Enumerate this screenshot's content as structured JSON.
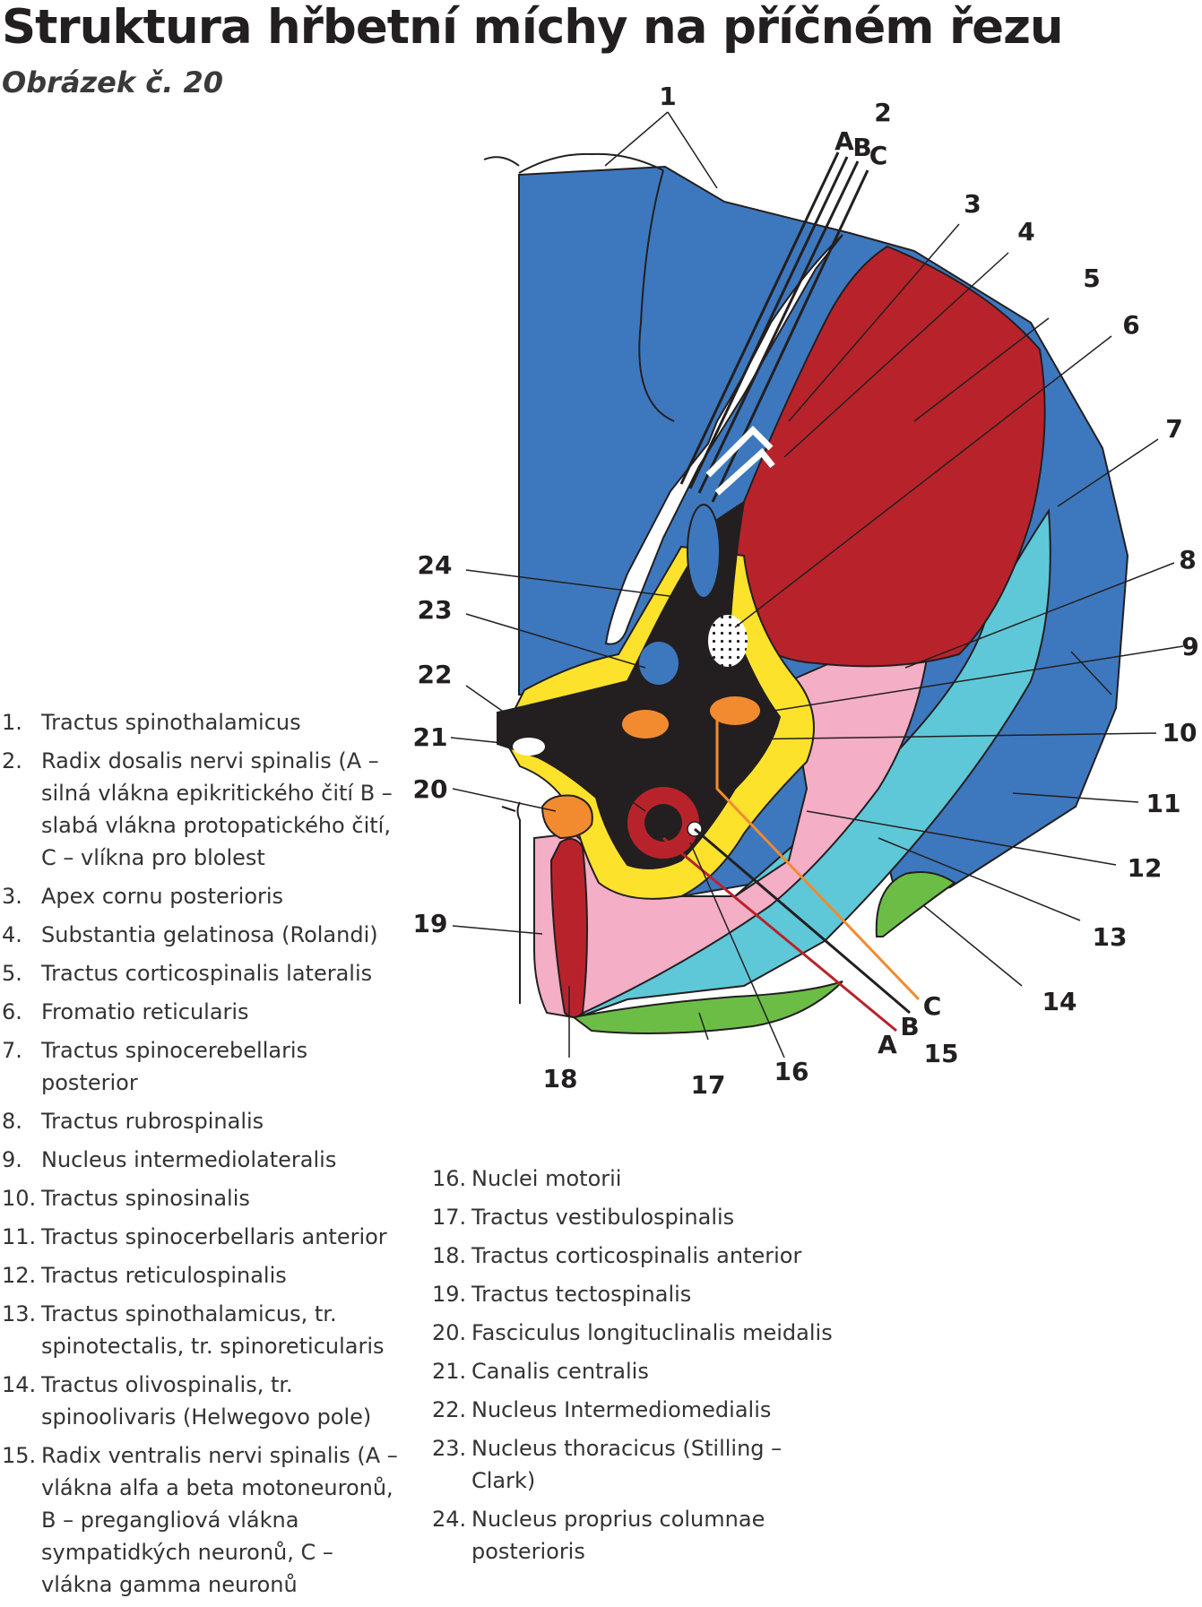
{
  "title": "Struktura hřbetní míchy na příčném řezu",
  "subtitle": "Obrázek č. 20",
  "diagram": {
    "labels": [
      "1",
      "2",
      "3",
      "4",
      "5",
      "6",
      "7",
      "8",
      "9",
      "10",
      "11",
      "12",
      "13",
      "14",
      "15",
      "16",
      "17",
      "18",
      "19",
      "20",
      "21",
      "22",
      "23",
      "24"
    ],
    "root_letters_dorsal": [
      "A",
      "B",
      "C"
    ],
    "root_letters_ventral": [
      "A",
      "B",
      "C"
    ],
    "colors": {
      "white_matter_blue": "#3d78be",
      "corticospinal_red": "#b8232b",
      "cyan_tract": "#5ec8d8",
      "pink_tract": "#f4aec6",
      "green_tract": "#6cbd45",
      "grey_matter_yellow": "#fde22c",
      "grey_matter_black": "#231f20",
      "nucleus_orange": "#f28b2f"
    }
  },
  "legend_left": [
    {
      "num": "1.",
      "text": "Tractus spinothalamicus"
    },
    {
      "num": "2.",
      "text": "Radix dosalis nervi spinalis (A – silná vlákna epikritického čití B – slabá vlákna protopatického čití, C – vlíkna pro blolest"
    },
    {
      "num": "3.",
      "text": "Apex cornu posterioris"
    },
    {
      "num": "4.",
      "text": "Substantia gelatinosa (Rolandi)"
    },
    {
      "num": "5.",
      "text": "Tractus corticospinalis lateralis"
    },
    {
      "num": "6.",
      "text": "Fromatio reticularis"
    },
    {
      "num": "7.",
      "text": "Tractus spinocerebellaris posterior"
    },
    {
      "num": "8.",
      "text": "Tractus rubrospinalis"
    },
    {
      "num": "9.",
      "text": "Nucleus intermediolateralis"
    },
    {
      "num": "10.",
      "text": "Tractus spinosinalis"
    },
    {
      "num": "11.",
      "text": "Tractus spinocerbellaris anterior"
    },
    {
      "num": "12.",
      "text": "Tractus reticulospinalis"
    },
    {
      "num": "13.",
      "text": "Tractus spinothalamicus, tr. spinotectalis, tr. spinoreticularis"
    },
    {
      "num": "14.",
      "text": "Tractus olivospinalis, tr. spinoolivaris (Helwegovo pole)"
    },
    {
      "num": "15.",
      "text": "Radix ventralis nervi spinalis (A – vlákna alfa a beta motoneuronů, B – pregangliová vlákna sympatidkých neuronů, C – vlákna gamma neuronů"
    }
  ],
  "legend_right": [
    {
      "num": "16.",
      "text": "Nuclei motorii"
    },
    {
      "num": "17.",
      "text": "Tractus vestibulospinalis"
    },
    {
      "num": "18.",
      "text": "Tractus corticospinalis anterior"
    },
    {
      "num": "19.",
      "text": "Tractus tectospinalis"
    },
    {
      "num": "20.",
      "text": "Fasciculus longituclinalis meidalis"
    },
    {
      "num": "21.",
      "text": "Canalis centralis"
    },
    {
      "num": "22.",
      "text": "Nucleus Intermediomedialis"
    },
    {
      "num": "23.",
      "text": "Nucleus thoracicus (Stilling – Clark)"
    },
    {
      "num": "24.",
      "text": "Nucleus proprius columnae posterioris"
    }
  ]
}
